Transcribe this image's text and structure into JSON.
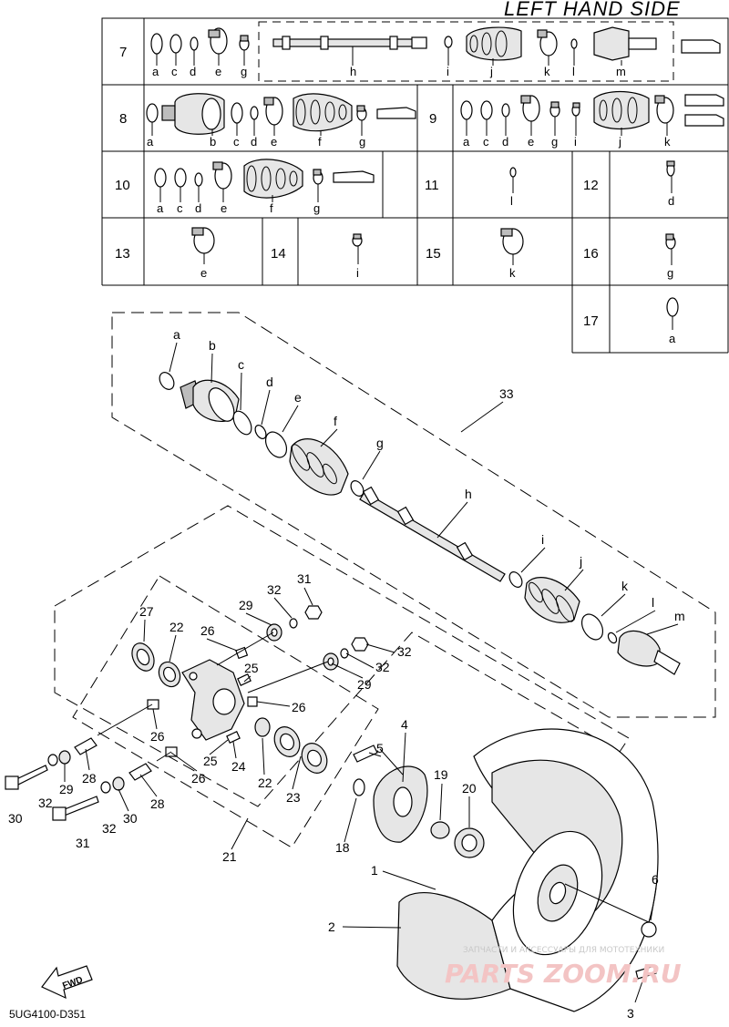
{
  "header": {
    "title": "LEFT HAND SIDE"
  },
  "table": {
    "rows": [
      {
        "no": "7",
        "letters": [
          "a",
          "c",
          "d",
          "e",
          "g",
          "h",
          "i",
          "j",
          "k",
          "l",
          "m"
        ]
      },
      {
        "no": "8",
        "letters": [
          "a",
          "b",
          "c",
          "d",
          "e",
          "f",
          "g"
        ]
      },
      {
        "no": "9",
        "letters": [
          "a",
          "c",
          "d",
          "e",
          "g",
          "i",
          "j",
          "k"
        ]
      },
      {
        "no": "10",
        "letters": [
          "a",
          "c",
          "d",
          "e",
          "f",
          "g"
        ]
      },
      {
        "no": "11",
        "letters": [
          "l"
        ]
      },
      {
        "no": "12",
        "letters": [
          "d"
        ]
      },
      {
        "no": "13",
        "letters": [
          "e"
        ]
      },
      {
        "no": "14",
        "letters": [
          "i"
        ]
      },
      {
        "no": "15",
        "letters": [
          "k"
        ]
      },
      {
        "no": "16",
        "letters": [
          "g"
        ]
      },
      {
        "no": "17",
        "letters": [
          "a"
        ]
      }
    ]
  },
  "driveshaft": {
    "assembly_no": "33",
    "parts": [
      "a",
      "b",
      "c",
      "d",
      "e",
      "f",
      "g",
      "h",
      "i",
      "j",
      "k",
      "l",
      "m"
    ]
  },
  "callouts": [
    "1",
    "2",
    "3",
    "4",
    "5",
    "6",
    "18",
    "19",
    "20",
    "21",
    "22",
    "22",
    "23",
    "24",
    "25",
    "25",
    "26",
    "26",
    "26",
    "26",
    "27",
    "28",
    "28",
    "29",
    "29",
    "29",
    "30",
    "30",
    "31",
    "31",
    "32",
    "32",
    "32"
  ],
  "fwd_label": "FWD",
  "diagram_code": "5UG4100-D351",
  "watermark": {
    "small_text": "ЗАПЧАСТИ И АКСЕССУАРЫ ДЛЯ МОТОТЕХНИКИ",
    "logo_text": "PARTS ZOOM.RU"
  }
}
